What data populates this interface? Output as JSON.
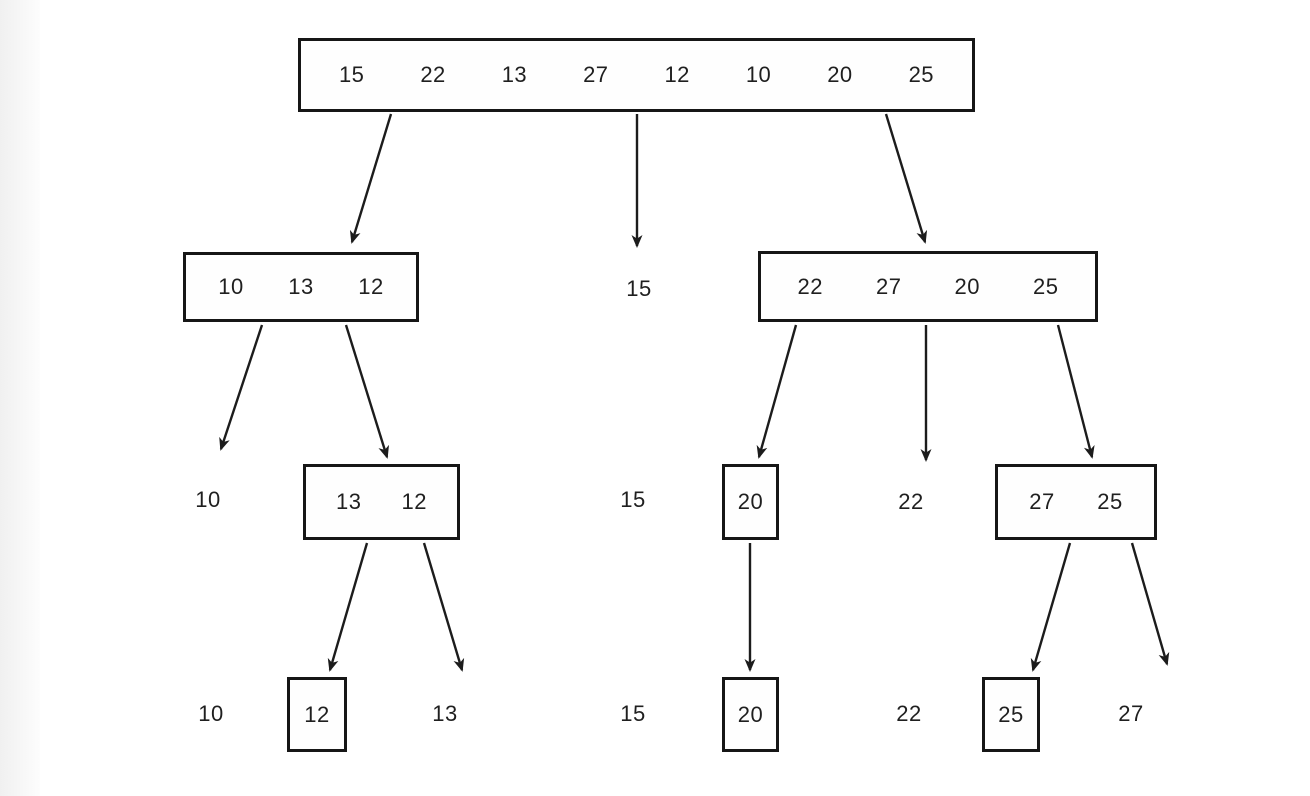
{
  "diagram": {
    "type": "quicksort-partition-tree",
    "background_color": "#ffffff",
    "line_color": "#1c1c1c",
    "text_color": "#1f1f1f",
    "root": {
      "values": [
        "15",
        "22",
        "13",
        "27",
        "12",
        "10",
        "20",
        "25"
      ]
    },
    "l2_left": {
      "values": [
        "10",
        "13",
        "12"
      ]
    },
    "l2_pivot": "15",
    "l2_right": {
      "values": [
        "22",
        "27",
        "20",
        "25"
      ]
    },
    "l3_left_leaf": "10",
    "l3_box_13_12": {
      "values": [
        "13",
        "12"
      ]
    },
    "l3_pivot_15": "15",
    "l3_box_20": {
      "values": [
        "20"
      ]
    },
    "l3_leaf_22": "22",
    "l3_box_27_25": {
      "values": [
        "27",
        "25"
      ]
    },
    "l4_leaf_10": "10",
    "l4_box_12": {
      "values": [
        "12"
      ]
    },
    "l4_leaf_13": "13",
    "l4_leaf_15": "15",
    "l4_box_20": {
      "values": [
        "20"
      ]
    },
    "l4_leaf_22": "22",
    "l4_box_25": {
      "values": [
        "25"
      ]
    },
    "l4_leaf_27": "27",
    "edges": [
      {
        "from": "root",
        "to": "l2_left"
      },
      {
        "from": "root",
        "to": "l2_pivot"
      },
      {
        "from": "root",
        "to": "l2_right"
      },
      {
        "from": "l2_left",
        "to": "l3_left_leaf"
      },
      {
        "from": "l2_left",
        "to": "l3_box_13_12"
      },
      {
        "from": "l2_right",
        "to": "l3_box_20"
      },
      {
        "from": "l2_right",
        "to": "l3_leaf_22"
      },
      {
        "from": "l2_right",
        "to": "l3_box_27_25"
      },
      {
        "from": "l3_box_13_12",
        "to": "l4_box_12"
      },
      {
        "from": "l3_box_13_12",
        "to": "l4_leaf_13"
      },
      {
        "from": "l3_box_20",
        "to": "l4_box_20"
      },
      {
        "from": "l3_box_27_25",
        "to": "l4_box_25"
      },
      {
        "from": "l3_box_27_25",
        "to": "l4_leaf_27"
      }
    ]
  }
}
